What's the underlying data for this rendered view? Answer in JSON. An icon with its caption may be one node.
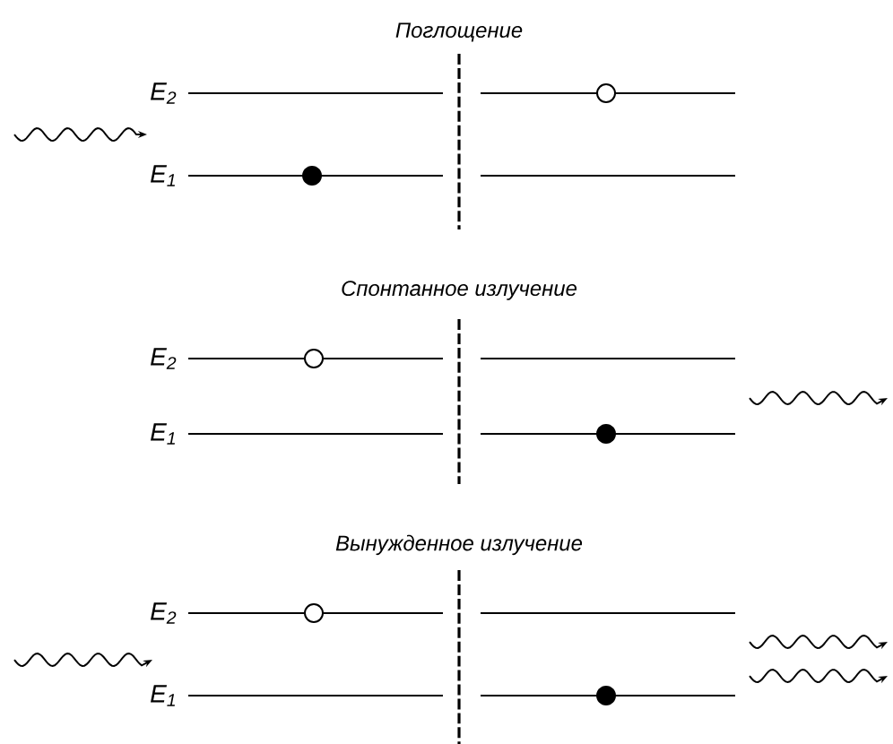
{
  "diagram": {
    "labels": [
      "Поглощение",
      "E$_{2}$",
      "E$_{1}$",
      "Спонтанное излучение",
      "E$_{2}$",
      "E$_{1}$",
      "Вынужденное излучение",
      "E$_{2}$",
      "E$_{1}$"
    ]
  }
}
